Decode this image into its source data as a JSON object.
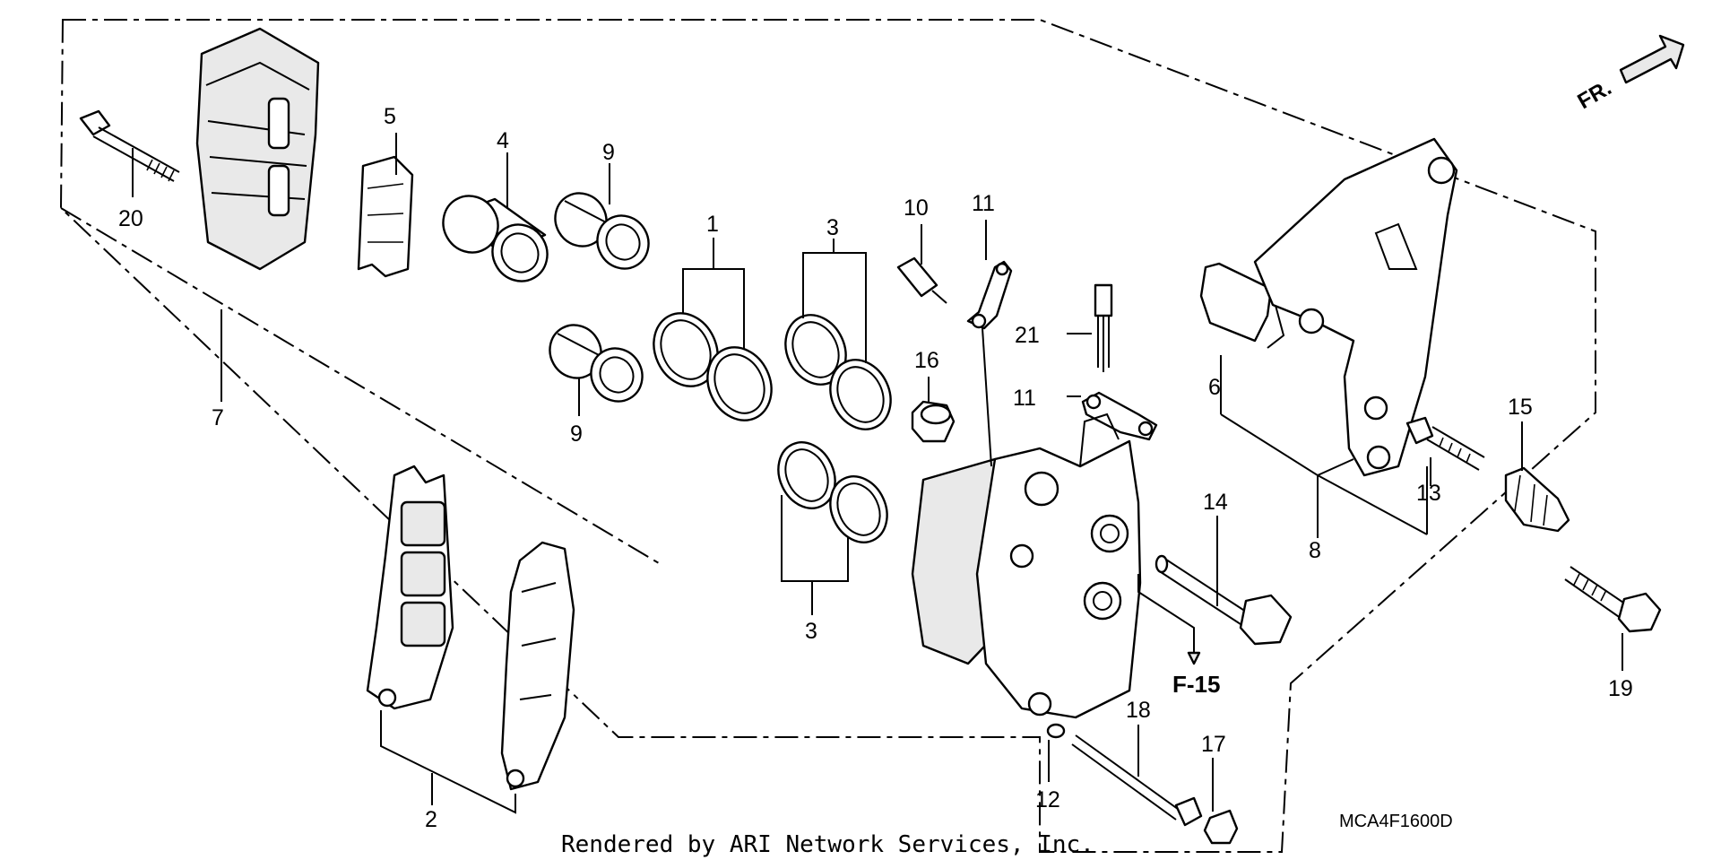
{
  "diagram": {
    "credit": "Rendered by ARI Network Services, Inc.",
    "diagram_code": "MCA4F1600D",
    "direction_label": "FR.",
    "reference_label": "F-15",
    "callouts": [
      "1",
      "2",
      "3",
      "3",
      "3",
      "4",
      "5",
      "6",
      "7",
      "8",
      "9",
      "9",
      "10",
      "11",
      "11",
      "12",
      "13",
      "14",
      "15",
      "16",
      "17",
      "18",
      "19",
      "20",
      "21"
    ]
  }
}
